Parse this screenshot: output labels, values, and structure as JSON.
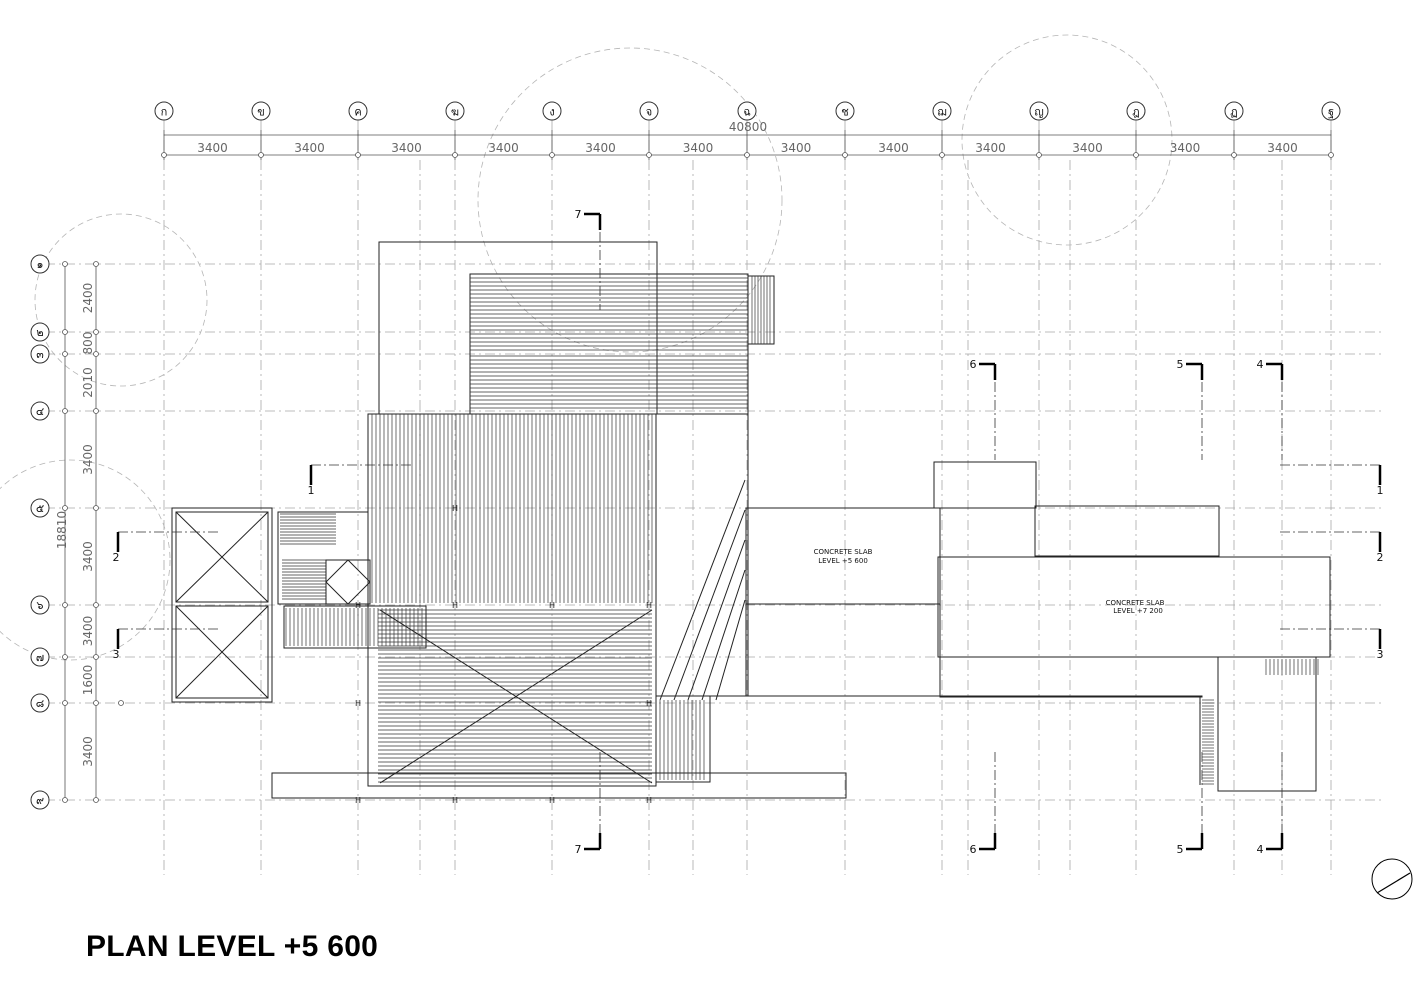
{
  "title": "PLAN LEVEL +5 600",
  "grid": {
    "column_labels": [
      "ก",
      "ข",
      "ค",
      "ฆ",
      "ง",
      "จ",
      "ฉ",
      "ช",
      "ฌ",
      "ญ",
      "ฎ",
      "ฏ",
      "ฐ"
    ],
    "row_labels": [
      "๑",
      "๒",
      "๓",
      "๔",
      "๕",
      "๖",
      "๗",
      "๘",
      "๙"
    ],
    "overall_dimension": "40800",
    "column_spacings": [
      "3400",
      "3400",
      "3400",
      "3400",
      "3400",
      "3400",
      "3400",
      "3400",
      "3400",
      "3400",
      "3400",
      "3400"
    ],
    "overall_vertical_dimension": "18810",
    "row_spacings": [
      "2400",
      "800",
      "2010",
      "3400",
      "3400",
      "3400",
      "1600",
      "3400"
    ]
  },
  "slabs": [
    {
      "line1": "CONCRETE SLAB",
      "line2": "LEVEL +5 600"
    },
    {
      "line1": "CONCRETE SLAB",
      "line2": "LEVEL +7 200"
    }
  ],
  "section_markers": {
    "left": [
      "1",
      "2",
      "3"
    ],
    "right": [
      "1",
      "2",
      "3"
    ],
    "top": [
      "7",
      "6",
      "5",
      "4"
    ],
    "bottom": [
      "7",
      "6",
      "5",
      "4"
    ]
  },
  "colors": {
    "line": "#000000",
    "grid": "#9a9a9a"
  }
}
